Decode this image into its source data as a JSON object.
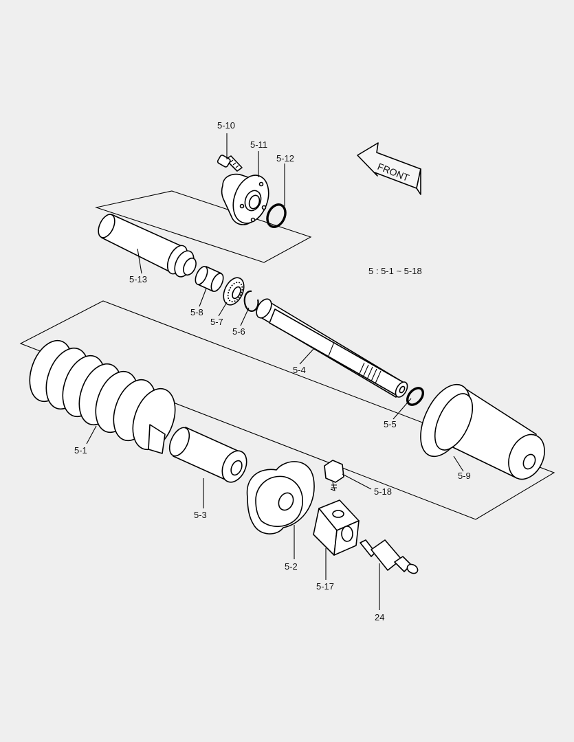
{
  "legend": "5 : 5-1 ~ 5-18",
  "front_label": "FRONT",
  "labels": {
    "p5_10": "5-10",
    "p5_11": "5-11",
    "p5_12": "5-12",
    "p5_13": "5-13",
    "p5_8": "5-8",
    "p5_7": "5-7",
    "p5_6": "5-6",
    "p5_4": "5-4",
    "p5_5": "5-5",
    "p5_9": "5-9",
    "p5_1": "5-1",
    "p5_3": "5-3",
    "p5_2": "5-2",
    "p5_17": "5-17",
    "p5_18": "5-18",
    "p24": "24"
  },
  "colors": {
    "line": "#000000",
    "background": "#efefef",
    "fill": "#ffffff"
  }
}
